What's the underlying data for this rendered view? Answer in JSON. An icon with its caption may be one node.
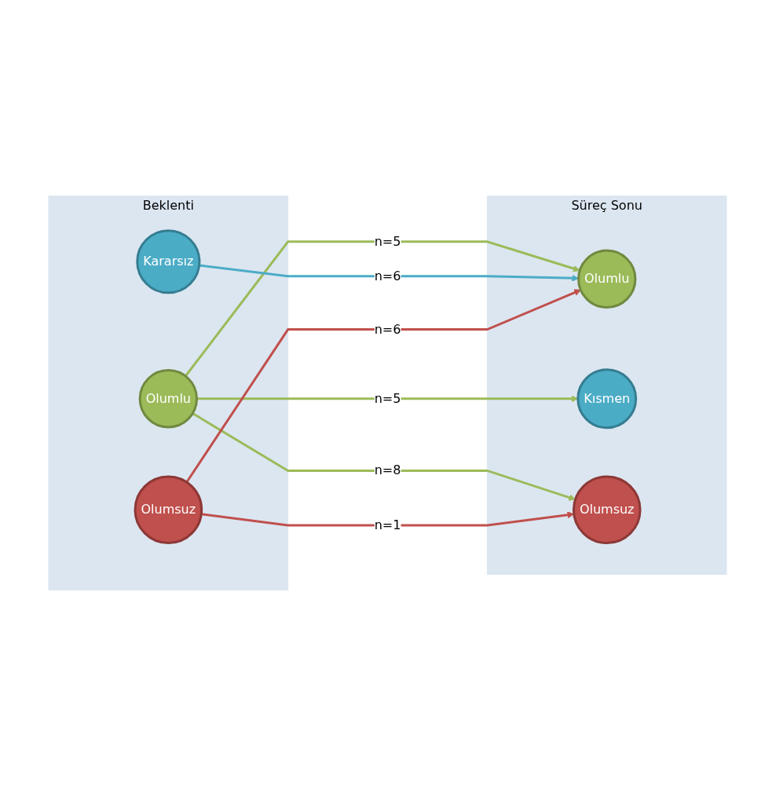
{
  "diagram": {
    "nodes": [
      {
        "text": [
          "Beklenti"
        ]
      },
      {
        "text": [
          "Olumlu"
        ],
        "in": 0
      },
      {
        "text": [
          "Kararsız"
        ],
        "in": 0
      },
      {
        "text": [
          "Olumsuz"
        ],
        "in": 0
      },
      {
        "text": [
          "Süreç Sonu"
        ]
      },
      {
        "text": [
          "Olumlu"
        ],
        "in": 4
      },
      {
        "text": [
          "Kısmen"
        ],
        "in": 4
      },
      {
        "text": [
          "Olumsuz"
        ],
        "in": 4
      }
    ],
    "edges": [
      {
        "from": 1,
        "to": 5,
        "arrow": "to",
        "label": "n=5"
      },
      {
        "from": 1,
        "to": 6,
        "arrow": "to",
        "label": "n=5"
      },
      {
        "from": 1,
        "to": 7,
        "arrow": "to",
        "label": "n=8"
      },
      {
        "from": 2,
        "to": 5,
        "arrow": "to",
        "label": "n=6",
        "color": "#4bacc6"
      },
      {
        "from": 3,
        "to": 5,
        "arrow": "to",
        "label": "n=6",
        "color": "#c0504d"
      },
      {
        "from": 3,
        "to": 7,
        "arrow": "to",
        "label": "n=1",
        "color": "#c0504d"
      }
    ]
  }
}
